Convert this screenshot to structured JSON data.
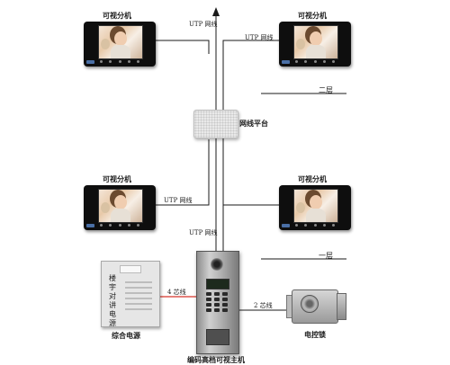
{
  "floors": {
    "second": "二层",
    "first": "一层"
  },
  "monitors": [
    {
      "label": "可视分机"
    },
    {
      "label": "可视分机"
    },
    {
      "label": "可视分机"
    },
    {
      "label": "可视分机"
    }
  ],
  "wires": {
    "utp": "UTP 网线",
    "four_core": "4 芯线",
    "two_core": "2 芯线"
  },
  "hub": {
    "label": "网线平台"
  },
  "power_supply": {
    "panel_text": "楼宇对讲电源",
    "label": "综合电源"
  },
  "door_station": {
    "label": "编码高档可视主机"
  },
  "lock": {
    "label": "电控锁"
  },
  "colors": {
    "wire": "#1a1a1a",
    "wire_red": "#d8352a",
    "monitor": "#0e0e0e"
  }
}
